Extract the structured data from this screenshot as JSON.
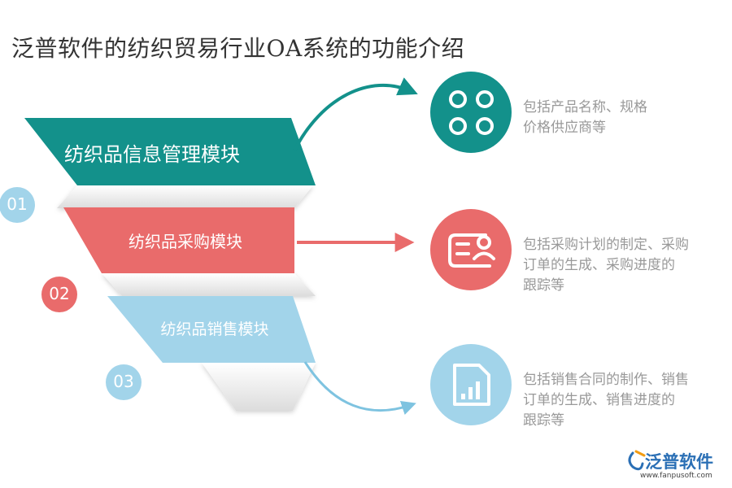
{
  "title": "泛普软件的纺织贸易行业OA系统的功能介绍",
  "colors": {
    "teal": "#13918b",
    "coral": "#e96b6b",
    "sky": "#a2d4ea",
    "gray_text": "#999999",
    "logo_blue": "#2a6fb5"
  },
  "modules": [
    {
      "number": "01",
      "label": "纺织品信息管理模块",
      "icon": "four-circles-icon",
      "description": [
        "包括产品名称、规格",
        "价格供应商等"
      ]
    },
    {
      "number": "02",
      "label": "纺织品采购模块",
      "icon": "purchase-card-icon",
      "description": [
        "包括采购计划的制定、采购",
        "订单的生成、采购进度的",
        "跟踪等"
      ]
    },
    {
      "number": "03",
      "label": "纺织品销售模块",
      "icon": "sales-report-icon",
      "description": [
        "包括销售合同的制作、销售",
        "订单的生成、销售进度的",
        "跟踪等"
      ]
    }
  ],
  "logo": {
    "name": "泛普软件",
    "url": "www.fanpusoft.com",
    "icon": "fanpu-logo-icon"
  }
}
